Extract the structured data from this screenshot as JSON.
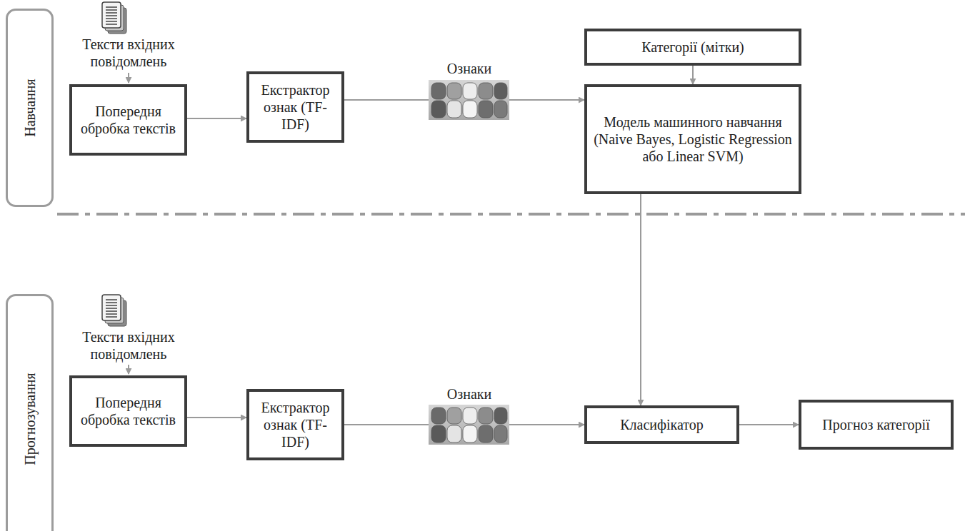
{
  "diagram": {
    "nodes": [
      {
        "text": [
          "Навчання"
        ]
      },
      {
        "text": [
          "Попередня обробка текстів"
        ]
      },
      {
        "text": [
          "Екстрактор ознак (TF-IDF)"
        ]
      },
      {
        "text": [
          "Категорії (мітки)"
        ]
      },
      {
        "text": [
          "Модель машинного навчання (Naive Bayes, Logistic Regression або Linear SVM)"
        ]
      },
      {
        "text": [
          "Прогнозування"
        ]
      },
      {
        "text": [
          "Попередня обробка текстів"
        ]
      },
      {
        "text": [
          "Екстрактор ознак (TF-IDF)"
        ]
      },
      {
        "text": [
          "Класифікатор"
        ]
      },
      {
        "text": [
          "Прогноз категорії"
        ]
      }
    ],
    "edges": [
      {
        "from": 1,
        "to": 2,
        "arrow": "to"
      },
      {
        "from": 2,
        "to": 4,
        "arrow": "to"
      },
      {
        "from": 3,
        "to": 4,
        "arrow": "to"
      },
      {
        "from": 4,
        "to": 8,
        "arrow": "to"
      },
      {
        "from": 6,
        "to": 7,
        "arrow": "to"
      },
      {
        "from": 7,
        "to": 8,
        "arrow": "to"
      },
      {
        "from": 8,
        "to": 9,
        "arrow": "to"
      }
    ],
    "labels": [
      "Тексти вхідних повідомлень",
      "Ознаки",
      "Тексти вхідних повідомлень",
      "Ознаки"
    ]
  }
}
